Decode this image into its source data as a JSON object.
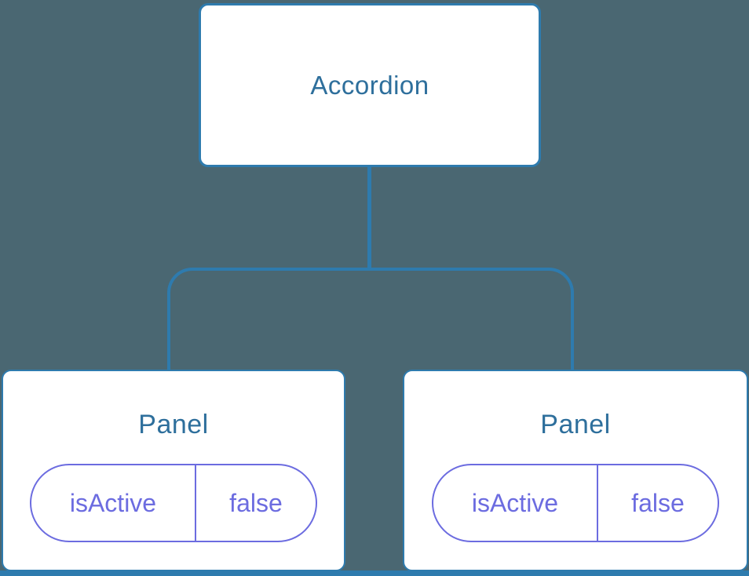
{
  "diagram": {
    "type": "component-tree",
    "root": {
      "label": "Accordion"
    },
    "children": [
      {
        "label": "Panel",
        "state": {
          "key": "isActive",
          "value": "false"
        }
      },
      {
        "label": "Panel",
        "state": {
          "key": "isActive",
          "value": "false"
        }
      }
    ]
  },
  "colors": {
    "bg": "#4A6772",
    "line": "#2E7BAE",
    "node-bg": "#FFFFFF",
    "heading": "#2E6F9C",
    "purple": "#6C6CE0"
  }
}
